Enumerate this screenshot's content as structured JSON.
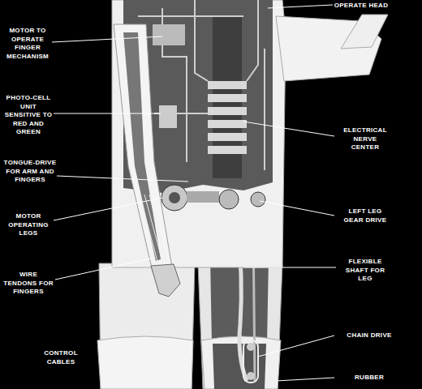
{
  "diagram": {
    "labels": [
      "OPERATE HEAD",
      "MOTOR TO OPERATE FINGER MECHANISM",
      "PHOTO-CELL UNIT SENSITIVE TO RED AND GREEN",
      "TONGUE-DRIVE FOR ARM AND FINGERS",
      "MOTOR OPERATING LEGS",
      "WIRE TENDONS FOR FINGERS",
      "CONTROL CABLES",
      "ELECTRICAL NERVE CENTER",
      "LEFT LEG GEAR DRIVE",
      "FLEXIBLE SHAFT FOR LEG",
      "CHAIN DRIVE",
      "RUBBER"
    ]
  }
}
